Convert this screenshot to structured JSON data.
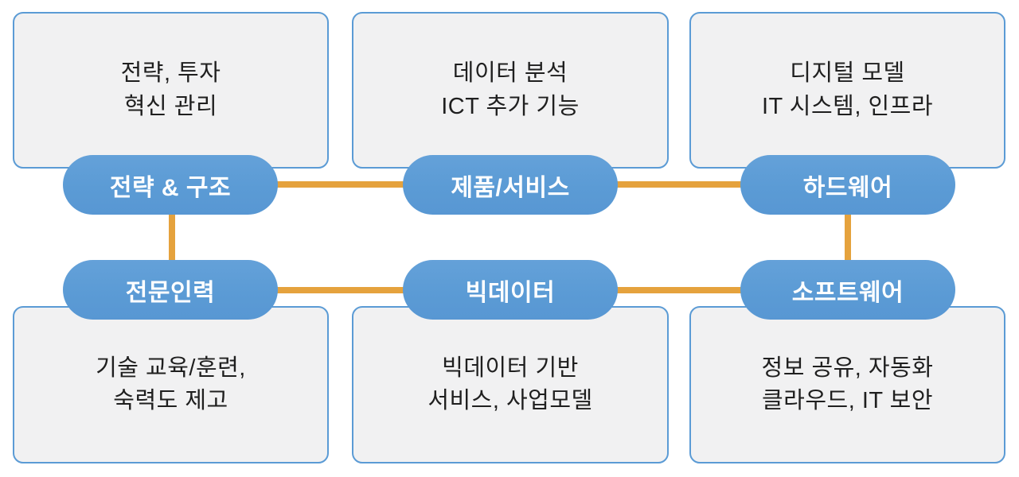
{
  "diagram": {
    "title": "digital-transformation-concept-map",
    "colors": {
      "pill_fill": "#5b9bd5",
      "box_border": "#5b9bd5",
      "box_fill": "#f1f1f2",
      "connector": "#e5a23d",
      "pill_text": "#ffffff",
      "box_text": "#1f1f1f"
    },
    "top_boxes": [
      {
        "line1": "전략, 투자",
        "line2": "혁신 관리"
      },
      {
        "line1": "데이터 분석",
        "line2": "ICT 추가 기능"
      },
      {
        "line1": "디지털 모델",
        "line2": "IT 시스템, 인프라"
      }
    ],
    "pills_row1": [
      {
        "label": "전략 & 구조"
      },
      {
        "label": "제품/서비스"
      },
      {
        "label": "하드웨어"
      }
    ],
    "pills_row2": [
      {
        "label": "전문인력"
      },
      {
        "label": "빅데이터"
      },
      {
        "label": "소프트웨어"
      }
    ],
    "bottom_boxes": [
      {
        "line1": "기술 교육/훈련,",
        "line2": "숙력도 제고"
      },
      {
        "line1": "빅데이터 기반",
        "line2": "서비스, 사업모델"
      },
      {
        "line1": "정보 공유, 자동화",
        "line2": "클라우드, IT 보안"
      }
    ]
  }
}
